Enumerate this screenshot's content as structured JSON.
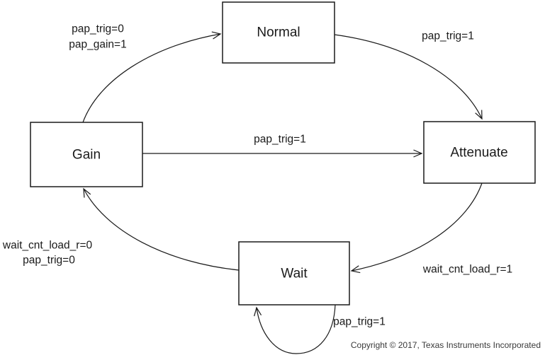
{
  "diagram": {
    "title_hint": "power-amplifier protection state machine",
    "states": {
      "normal": {
        "label": "Normal"
      },
      "gain": {
        "label": "Gain"
      },
      "attenuate": {
        "label": "Attenuate"
      },
      "wait": {
        "label": "Wait"
      }
    },
    "transitions": {
      "gain_to_normal": {
        "line1": "pap_trig=0",
        "line2": "pap_gain=1"
      },
      "normal_to_attenuate": {
        "label": "pap_trig=1"
      },
      "gain_to_attenuate": {
        "label": "pap_trig=1"
      },
      "attenuate_to_wait": {
        "label": "wait_cnt_load_r=1"
      },
      "wait_to_gain": {
        "line1": "wait_cnt_load_r=0",
        "line2": "pap_trig=0"
      },
      "wait_self_loop": {
        "label": "pap_trig=1"
      }
    },
    "colors": {
      "stroke": "#1a1a1a",
      "text": "#1a1a1a",
      "copyright_text": "#3a3a3a",
      "background": "#ffffff"
    }
  },
  "footer": {
    "copyright": "Copyright © 2017, Texas Instruments Incorporated"
  }
}
